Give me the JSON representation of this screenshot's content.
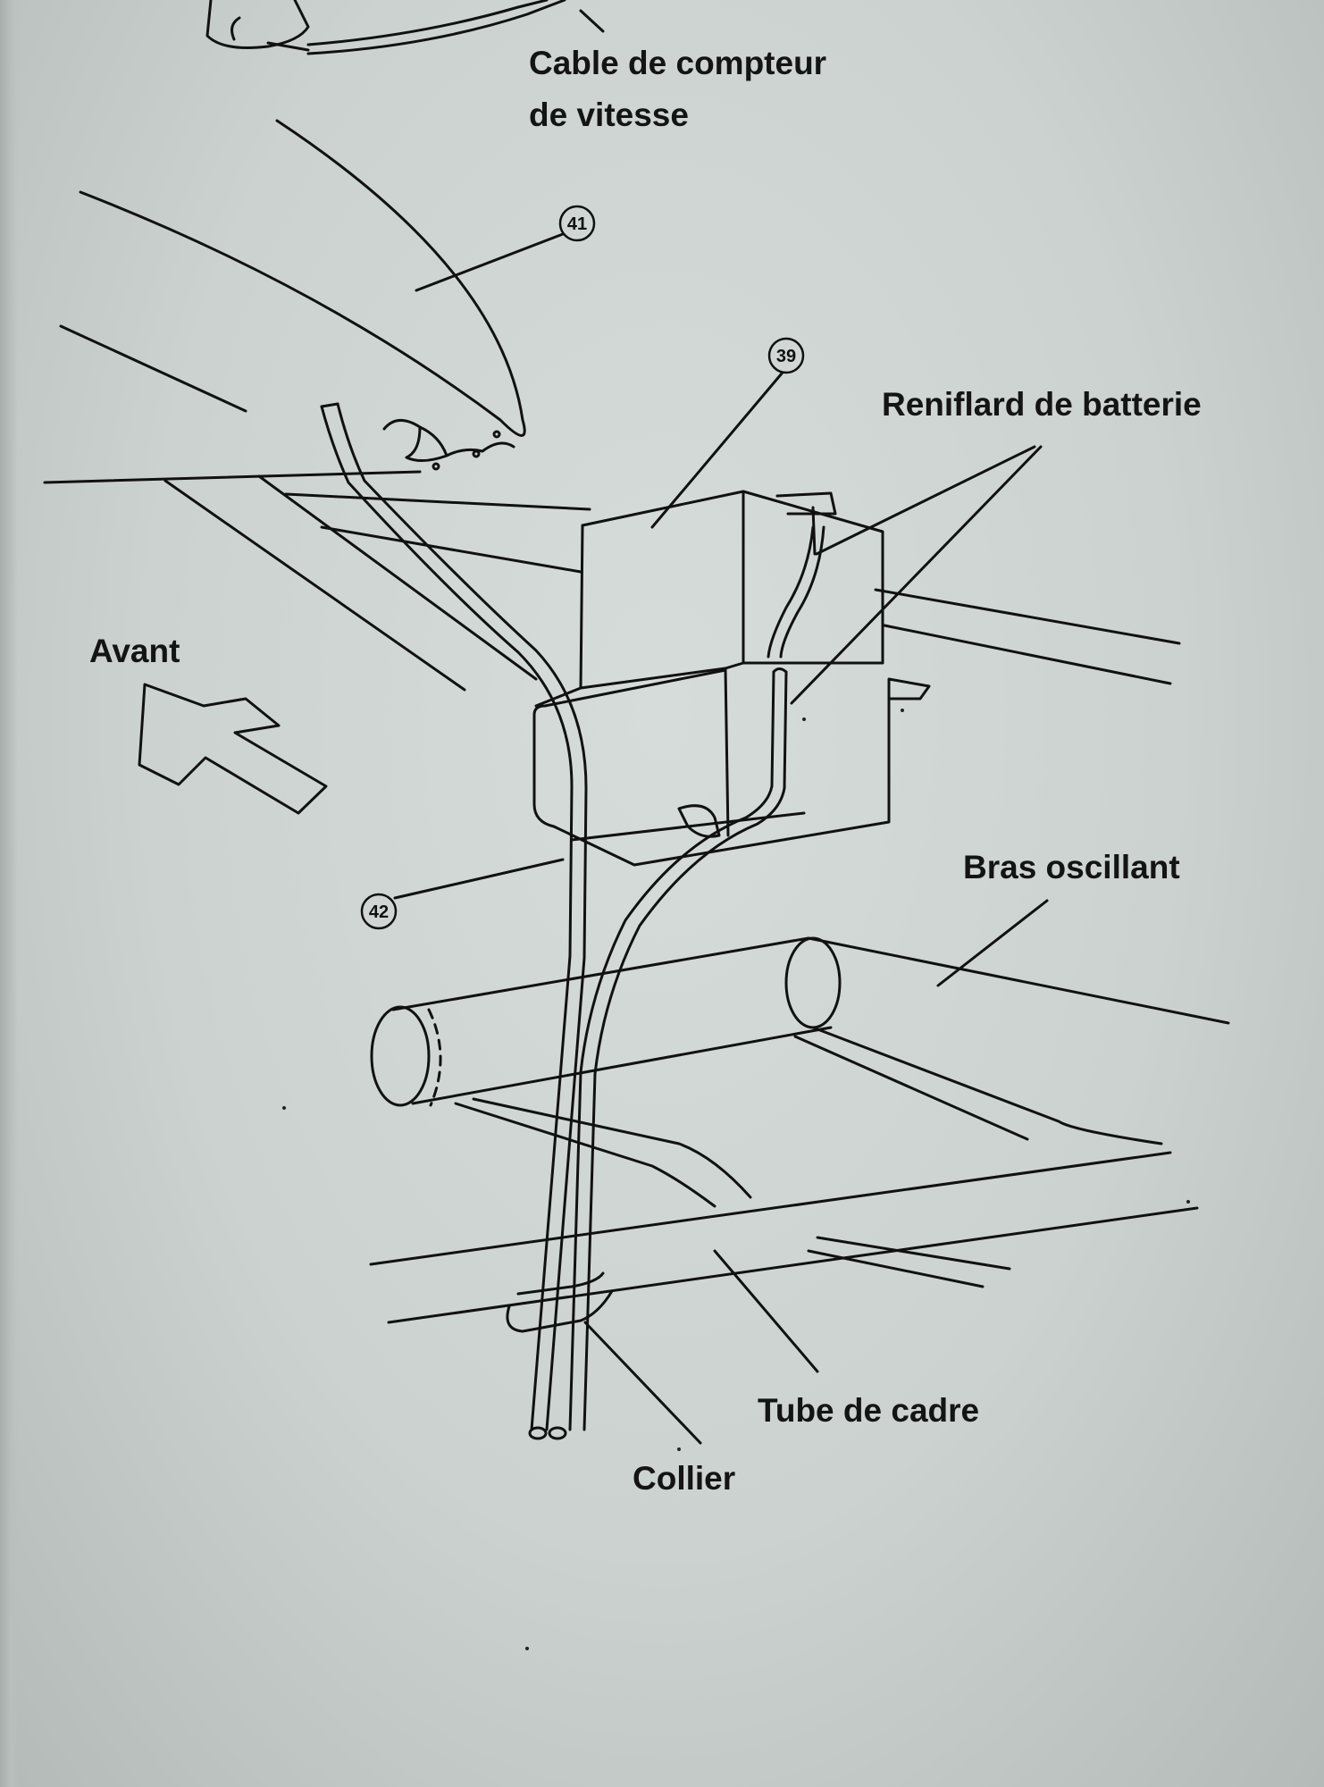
{
  "labels": {
    "speedo_cable_line1": "Cable de compteur",
    "speedo_cable_line2": "de vitesse",
    "battery_breather": "Reniflard de batterie",
    "front": "Avant",
    "swingarm": "Bras oscillant",
    "frame_tube": "Tube de cadre",
    "clamp": "Collier"
  },
  "callouts": {
    "c41": "41",
    "c39": "39",
    "c42": "42"
  }
}
